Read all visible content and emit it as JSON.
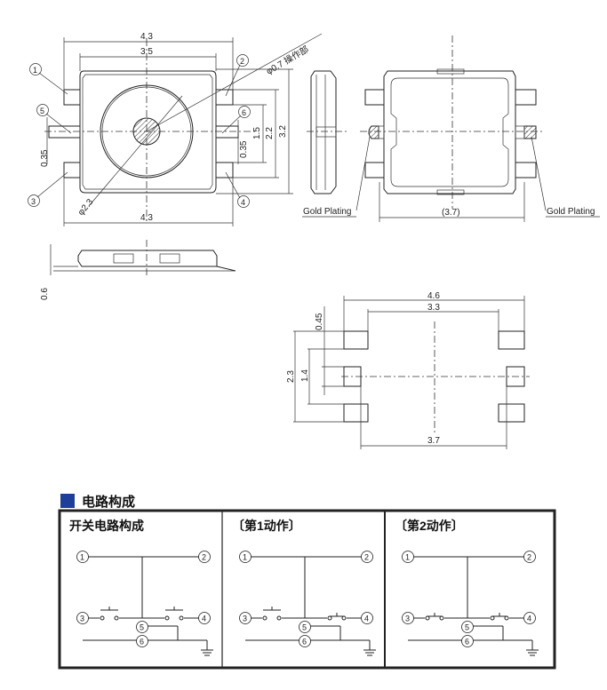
{
  "top_view": {
    "dims": {
      "width_outer": "4.3",
      "width_body": "3.5",
      "width_bottom": "4.3",
      "height_total": "3.2",
      "height_terminals": "2.2",
      "height_inner": "1.5",
      "terminal_width_right": "0.35",
      "terminal_width_left": "0.35",
      "actuator_label": "φ0.7 操作部",
      "circle_dia": "φ2.3"
    },
    "terminals": [
      "1",
      "2",
      "3",
      "4",
      "5",
      "6"
    ]
  },
  "back_view": {
    "gold_left": "Gold Plating",
    "gold_right": "Gold Plating",
    "width_ref": "(3.7)"
  },
  "side_view": {
    "height": "0.6"
  },
  "pad_layout": {
    "overall": "4.6",
    "inner": "3.3",
    "middle": "3.7",
    "height": "2.3",
    "mid_span": "1.4",
    "pad_h": "0.45"
  },
  "circuit": {
    "section_title": "电路构成",
    "accent_color": "#1d3f9a",
    "panels": [
      {
        "title": "开关电路构成",
        "left_switch": "open",
        "right_switch": "open"
      },
      {
        "title": "〔第1动作〕",
        "left_switch": "open",
        "right_switch": "closed"
      },
      {
        "title": "〔第2动作〕",
        "left_switch": "closed",
        "right_switch": "closed"
      }
    ],
    "nodes": [
      "1",
      "2",
      "3",
      "4",
      "5",
      "6"
    ]
  }
}
